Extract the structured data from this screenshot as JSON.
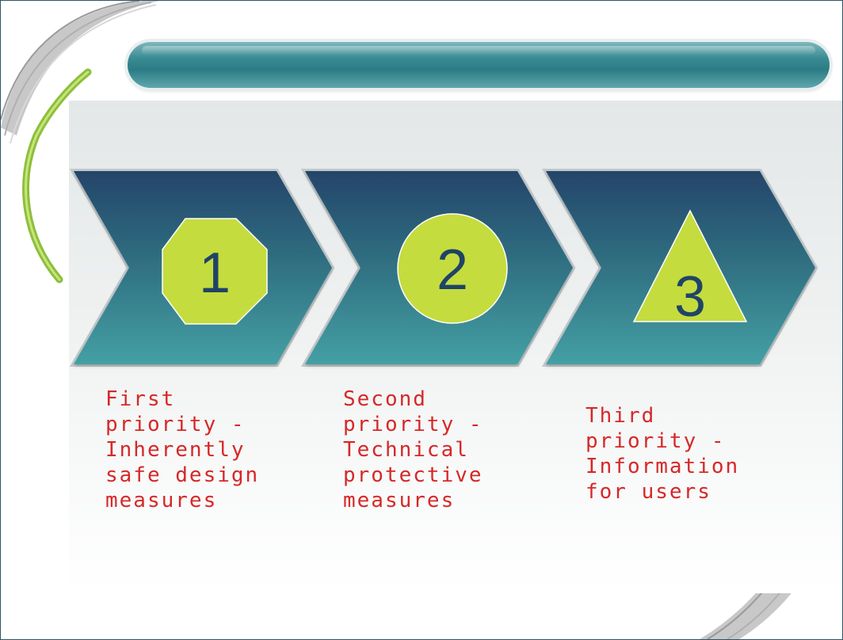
{
  "slide": {
    "title": "",
    "steps": [
      {
        "number": "1",
        "shape": "octagon",
        "caption": "First\npriority  -\nInherently\nsafe design\nmeasures"
      },
      {
        "number": "2",
        "shape": "circle",
        "caption": "Second\npriority  -\nTechnical\nprotective\nmeasures"
      },
      {
        "number": "3",
        "shape": "triangle",
        "caption": "Third\npriority  -\nInformation\nfor users"
      }
    ]
  },
  "colors": {
    "chevron_dark": "#2a4d6b",
    "chevron_light": "#3f9aa0",
    "badge": "#c5dc3e",
    "number": "#1f4466",
    "caption": "#d62828",
    "title_bar": "#3a8b93"
  }
}
